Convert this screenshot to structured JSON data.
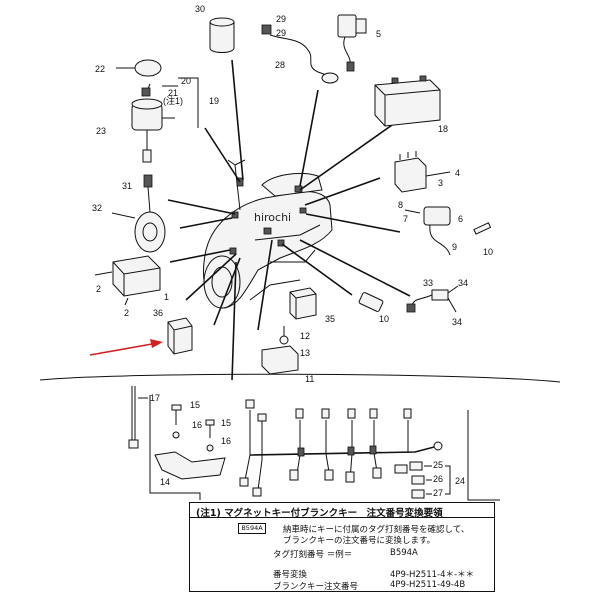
{
  "watermark": "hirochi",
  "callouts": {
    "c1": "1",
    "c2a": "2",
    "c2b": "2",
    "c3": "3",
    "c4": "4",
    "c5": "5",
    "c6": "6",
    "c7": "7",
    "c8": "8",
    "c9": "9",
    "c10": "10",
    "c11": "11",
    "c12": "12",
    "c13": "13",
    "c14": "14",
    "c15a": "15",
    "c15b": "15",
    "c16a": "16",
    "c16b": "16",
    "c17": "17",
    "c18": "18",
    "c19": "19",
    "c20": "20",
    "c21": "21",
    "c21note": "(注1)",
    "c22": "22",
    "c23": "23",
    "c24": "24",
    "c25": "25",
    "c26": "26",
    "c27": "27",
    "c28": "28",
    "c29a": "29",
    "c29b": "29",
    "c30": "30",
    "c31": "31",
    "c32": "32",
    "c33": "33",
    "c34a": "34",
    "c34b": "34",
    "c35": "35",
    "c36": "36"
  },
  "note": {
    "title": "(注1) マグネットキー付ブランクキー　注文番号変換要領",
    "line1": "納車時にキーに付属のタグ打刻番号を確認して、",
    "line2": "ブランクキーの注文番号に変換します。",
    "key_tag": "B594A",
    "tag_label": "タグ打刻番号 ＝例＝",
    "tag_example": "B594A",
    "conversion_label": "番号変換",
    "conversion_value": "4P9-H2511-4＊-＊＊",
    "order_label": "ブランクキー注文番号",
    "order_value": "4P9-H2511-49-4B"
  },
  "colors": {
    "arrow": "#d42020",
    "ink": "#111111"
  }
}
